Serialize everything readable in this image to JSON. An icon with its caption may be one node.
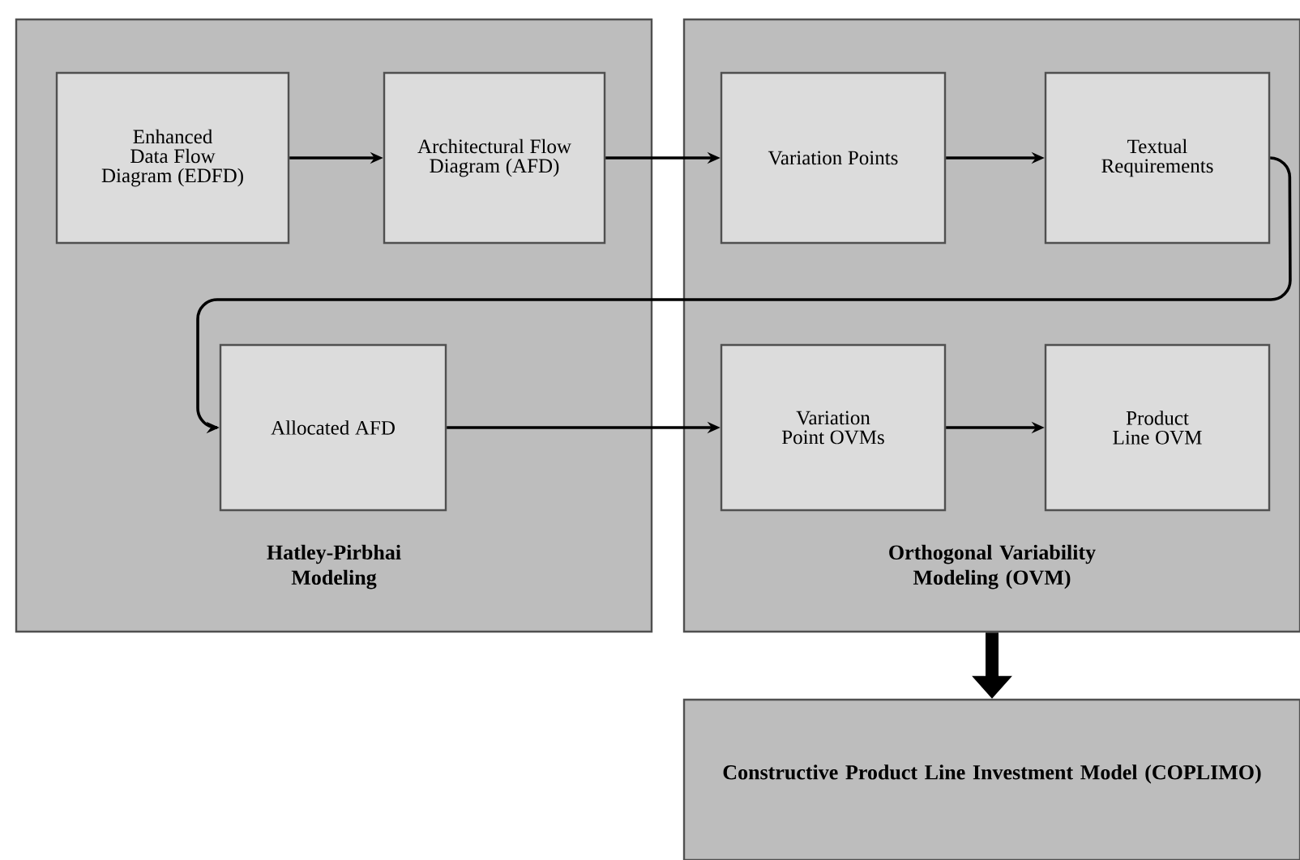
{
  "diagram": {
    "nodes": [
      {
        "text": [
          "Hatley-Pirbhai Modeling"
        ]
      },
      {
        "text": [
          "Enhanced Data Flow Diagram (EDFD)"
        ],
        "in": 0
      },
      {
        "text": [
          "Architectural Flow Diagram (AFD)"
        ],
        "in": 0
      },
      {
        "text": [
          "Allocated AFD"
        ],
        "in": 0
      },
      {
        "text": [
          "Orthogonal Variability Modeling (OVM)"
        ]
      },
      {
        "text": [
          "Variation Points"
        ],
        "in": 4
      },
      {
        "text": [
          "Textual Requirements"
        ],
        "in": 4
      },
      {
        "text": [
          "Variation Point OVMs"
        ],
        "in": 4
      },
      {
        "text": [
          "Product Line OVM"
        ],
        "in": 4
      },
      {
        "text": [
          "Constructive Product Line Investment Model (COPLIMO)"
        ]
      }
    ],
    "edges": [
      {
        "from": 1,
        "to": 2,
        "arrow": "to"
      },
      {
        "from": 2,
        "to": 5,
        "arrow": "to"
      },
      {
        "from": 5,
        "to": 6,
        "arrow": "to"
      },
      {
        "from": 6,
        "to": 3,
        "arrow": "to"
      },
      {
        "from": 3,
        "to": 7,
        "arrow": "to"
      },
      {
        "from": 7,
        "to": 8,
        "arrow": "to"
      },
      {
        "from": 4,
        "to": 9,
        "arrow": "to",
        "style": "thick"
      }
    ]
  }
}
